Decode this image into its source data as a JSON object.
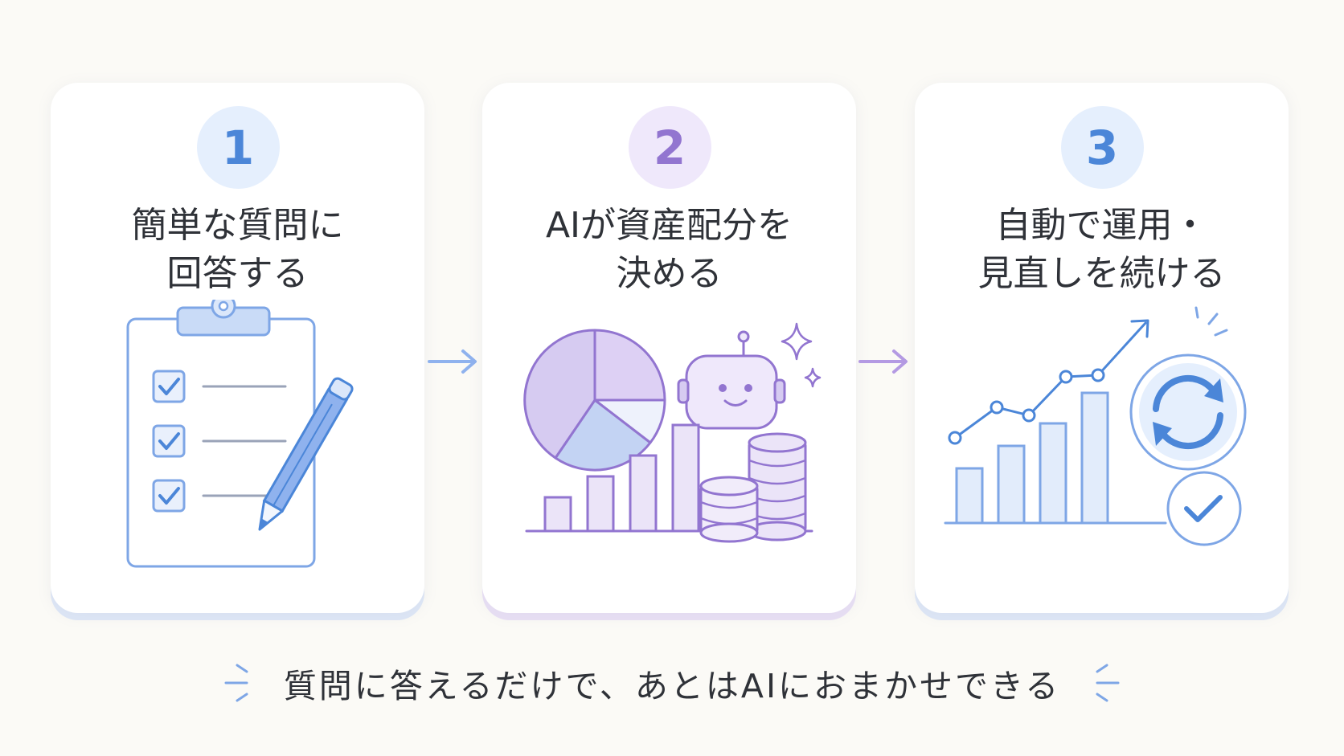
{
  "steps": [
    {
      "number": "1",
      "title_lines": [
        "簡単な質問に",
        "回答する"
      ],
      "icon": "clipboard-checklist-pencil-icon",
      "accent": "#4b86d8"
    },
    {
      "number": "2",
      "title_lines": [
        "AIが資産配分を",
        "決める"
      ],
      "icon": "pie-chart-robot-coins-icon",
      "accent": "#9275d0"
    },
    {
      "number": "3",
      "title_lines": [
        "自動で運用・",
        "見直しを続ける"
      ],
      "icon": "growth-chart-refresh-check-icon",
      "accent": "#4b86d8"
    }
  ],
  "connectors": [
    "arrow-right-icon",
    "arrow-right-icon"
  ],
  "footer": {
    "text": "質問に答えるだけで、あとはAIにおまかせできる"
  },
  "colors": {
    "background": "#fbfaf6",
    "card": "#ffffff",
    "blue": "#4b86d8",
    "light_blue": "#e5effd",
    "purple": "#9275d0",
    "light_purple": "#efe8fb",
    "text": "#2f3238"
  }
}
